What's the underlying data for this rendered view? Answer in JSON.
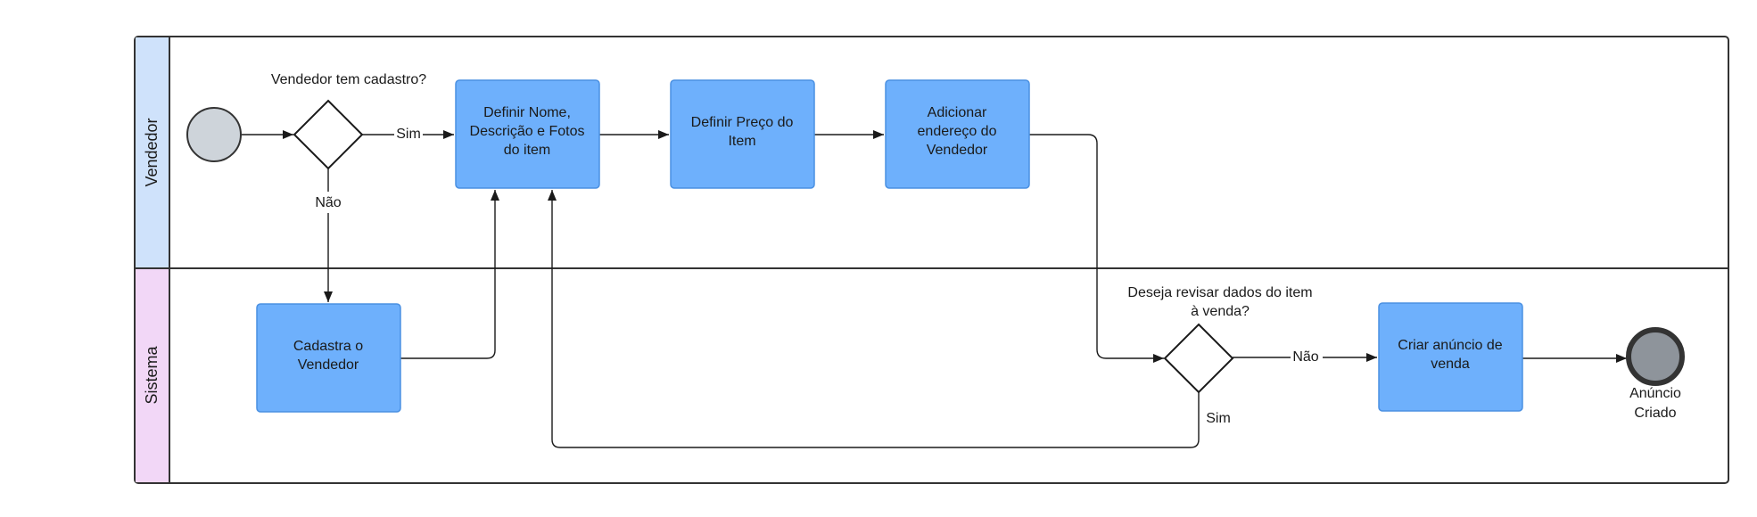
{
  "pool": {
    "lanes": [
      {
        "id": "vendedor",
        "label": "Vendedor",
        "color": "#cfe2fb"
      },
      {
        "id": "sistema",
        "label": "Sistema",
        "color": "#f2d7f7"
      }
    ]
  },
  "colors": {
    "task_fill": "#6eb0fc",
    "task_stroke": "#4a90e2",
    "start_fill": "#ced4da",
    "end_fill": "#8e949b",
    "line": "#1a1a1a"
  },
  "tasks": {
    "definir_nome": {
      "lines": [
        "Definir Nome,",
        "Descrição e Fotos",
        "do item"
      ]
    },
    "definir_preco": {
      "lines": [
        "Definir Preço do",
        "Item"
      ]
    },
    "adicionar_endereco": {
      "lines": [
        "Adicionar",
        "endereço do",
        "Vendedor"
      ]
    },
    "cadastra_vendedor": {
      "lines": [
        "Cadastra o",
        "Vendedor"
      ]
    },
    "criar_anuncio": {
      "lines": [
        "Criar anúncio de",
        "venda"
      ]
    }
  },
  "gateways": {
    "tem_cadastro": {
      "question": [
        "Vendedor tem cadastro?"
      ]
    },
    "revisar": {
      "question": [
        "Deseja revisar dados do item",
        "à venda?"
      ]
    }
  },
  "flow_labels": {
    "sim_cadastro": "Sim",
    "nao_cadastro": "Não",
    "nao_revisar": "Não",
    "sim_revisar": "Sim"
  },
  "end_event": {
    "lines": [
      "Anúncio",
      "Criado"
    ]
  }
}
